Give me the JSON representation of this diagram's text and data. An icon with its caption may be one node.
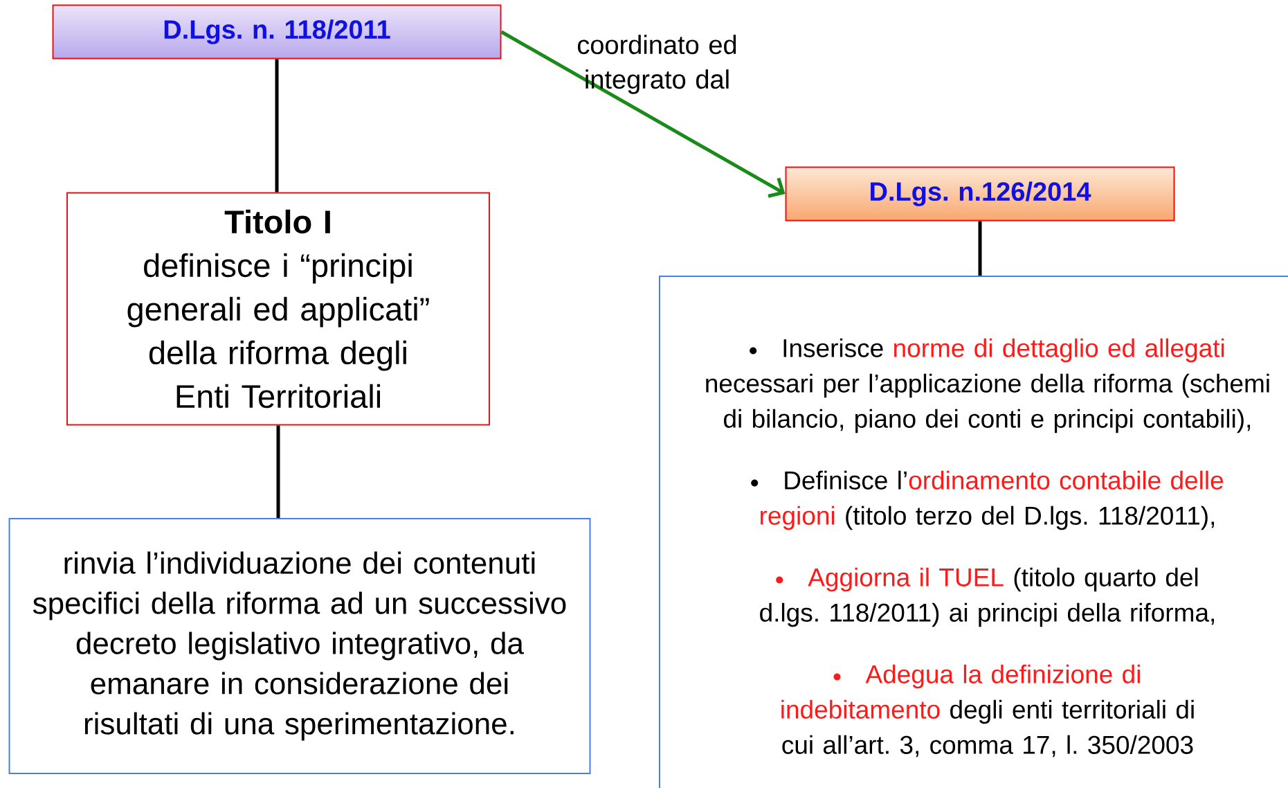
{
  "diagram": {
    "nodes": [
      {
        "text": [
          "D.Lgs. n. 118/2011"
        ]
      },
      {
        "text": [
          "Titolo I",
          "definisce i “principi generali ed applicati” della riforma degli Enti Territoriali"
        ]
      },
      {
        "text": [
          "rinvia l’individuazione dei contenuti specifici della riforma ad un successivo decreto legislativo integrativo, da emanare in considerazione dei risultati di una sperimentazione."
        ]
      },
      {
        "text": [
          "D.Lgs. n.126/2014"
        ]
      },
      {
        "text": [
          "Inserisce",
          "norme di dettaglio ed allegati",
          "necessari per l’applicazione della riforma (schemi di bilancio, piano dei conti e principi contabili),",
          "Definisce l’",
          "ordinamento contabile delle regioni",
          "(titolo terzo del D.lgs. 118/2011),",
          "Aggiorna il TUEL",
          "(titolo quarto del d.lgs. 118/2011) ai principi della riforma,",
          "Adegua la definizione di indebitamento",
          "degli enti territoriali di cui all’art. 3, comma 17, l. 350/2003"
        ]
      }
    ],
    "edges": [
      {
        "from": 0,
        "to": 1,
        "arrow": "none"
      },
      {
        "from": 1,
        "to": 2,
        "arrow": "none"
      },
      {
        "from": 0,
        "to": 3,
        "arrow": "to",
        "label": "coordinato ed integrato dal",
        "color": "#1a8a1a"
      },
      {
        "from": 3,
        "to": 4,
        "arrow": "none"
      }
    ]
  }
}
